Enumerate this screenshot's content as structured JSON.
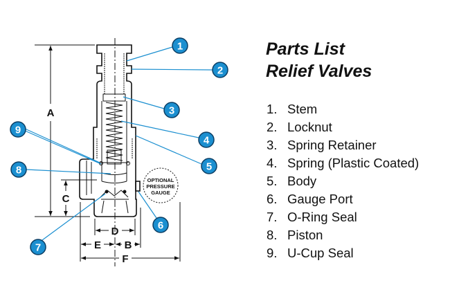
{
  "title_line1": "Parts List",
  "title_line2": "Relief Valves",
  "parts": [
    {
      "num": "1.",
      "label": "Stem"
    },
    {
      "num": "2.",
      "label": "Locknut"
    },
    {
      "num": "3.",
      "label": "Spring Retainer"
    },
    {
      "num": "4.",
      "label": "Spring (Plastic Coated)"
    },
    {
      "num": "5.",
      "label": "Body"
    },
    {
      "num": "6.",
      "label": "Gauge Port"
    },
    {
      "num": "7.",
      "label": "O-Ring Seal"
    },
    {
      "num": "8.",
      "label": "Piston"
    },
    {
      "num": "9.",
      "label": "U-Cup Seal"
    }
  ],
  "callouts": [
    "1",
    "2",
    "3",
    "4",
    "5",
    "6",
    "7",
    "8",
    "9"
  ],
  "dimensions": {
    "a": "A",
    "b": "B",
    "c": "C",
    "d": "D",
    "e": "E",
    "f": "F"
  },
  "gauge": {
    "line1": "OPTIONAL",
    "line2": "PRESSURE",
    "line3": "GAUGE"
  },
  "colors": {
    "callout": "#1b8fd0",
    "callout_outline": "#0b3d63"
  }
}
